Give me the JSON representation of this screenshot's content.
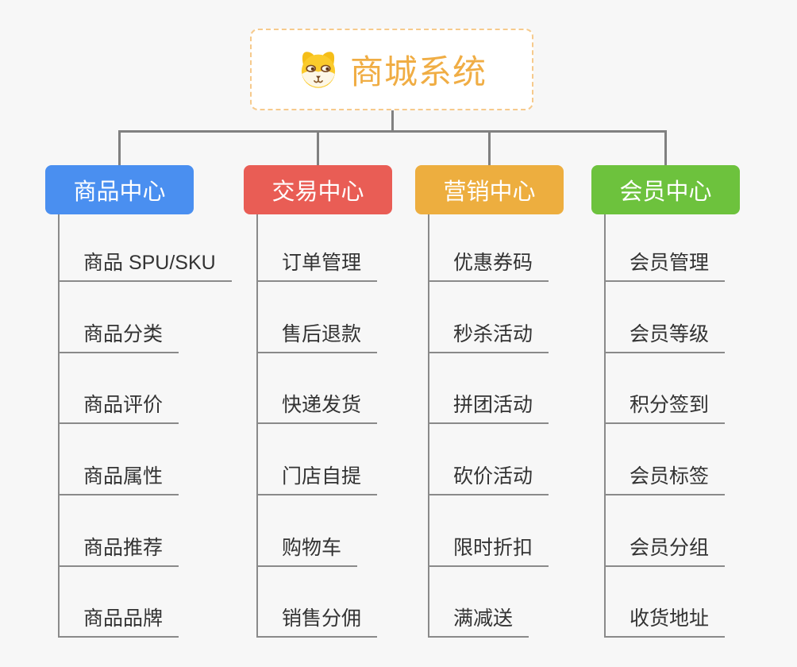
{
  "root": {
    "title": "商城系统",
    "icon": "dog-face-icon"
  },
  "theme": {
    "background": "#F7F7F7",
    "line_color": "#808080",
    "underline_color": "#8A8A8A",
    "root_text_color": "#F0AD44",
    "root_border_color": "#F6CA8C",
    "branch_text_color": "#FFFFFF",
    "leaf_text_color": "#333333"
  },
  "branches": [
    {
      "label": "商品中心",
      "color": "#4A8FF0",
      "items": [
        "商品 SPU/SKU",
        "商品分类",
        "商品评价",
        "商品属性",
        "商品推荐",
        "商品品牌"
      ]
    },
    {
      "label": "交易中心",
      "color": "#E95D55",
      "items": [
        "订单管理",
        "售后退款",
        "快递发货",
        "门店自提",
        "购物车",
        "销售分佣"
      ]
    },
    {
      "label": "营销中心",
      "color": "#EDAE3F",
      "items": [
        "优惠券码",
        "秒杀活动",
        "拼团活动",
        "砍价活动",
        "限时折扣",
        "满减送"
      ]
    },
    {
      "label": "会员中心",
      "color": "#6DC23D",
      "items": [
        "会员管理",
        "会员等级",
        "积分签到",
        "会员标签",
        "会员分组",
        "收货地址"
      ]
    }
  ]
}
